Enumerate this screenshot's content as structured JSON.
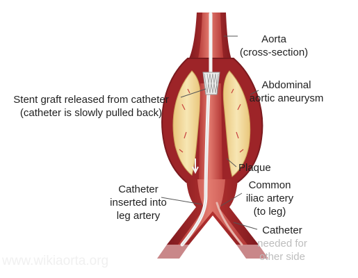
{
  "labels": {
    "aorta": [
      "Aorta",
      "(cross-section)"
    ],
    "aneurysm": [
      "Abdominal",
      "aortic aneurysm"
    ],
    "stent": [
      "Stent graft released from catheter",
      "(catheter is slowly pulled back)"
    ],
    "plaque": "Plaque",
    "catheter_leg": [
      "Catheter",
      "inserted into",
      "leg artery"
    ],
    "common_iliac": [
      "Common",
      "iliac artery",
      "(to leg)"
    ],
    "catheter_other": [
      "Catheter",
      "needed for",
      "other side"
    ]
  },
  "watermark": "www.wikiaorta.org",
  "colors": {
    "artery_wall": "#a3262a",
    "artery_inner": "#c8403e",
    "lumen_highlight": "#e06a63",
    "plaque": "#f3dca0",
    "catheter": "#f4f4f4",
    "leader_line": "#555555"
  }
}
